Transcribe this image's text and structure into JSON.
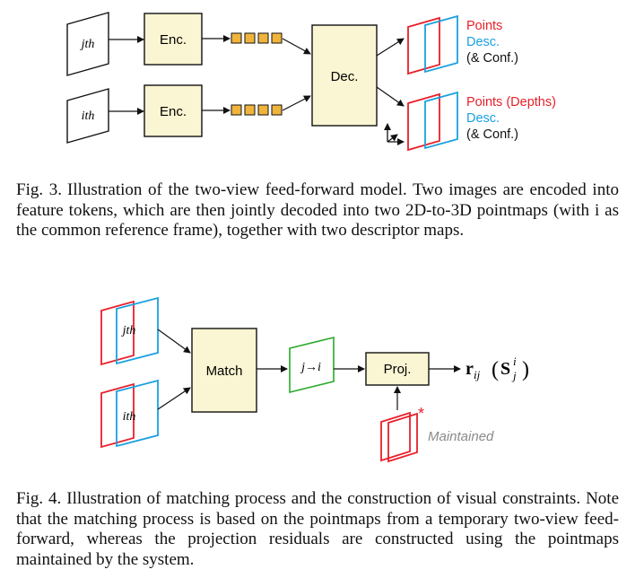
{
  "fig3": {
    "views": {
      "top": "jth",
      "bottom": "ith"
    },
    "encoder_label": "Enc.",
    "decoder_label": "Dec.",
    "output_top": {
      "line1": "Points",
      "line2": "Desc.",
      "line3": "(& Conf.)"
    },
    "output_bottom": {
      "line1": "Points (Depths)",
      "line2": "Desc.",
      "line3": "(& Conf.)"
    },
    "caption_label": "Fig. 3.",
    "caption_text": "Illustration of the two-view feed-forward model. Two images are encoded into feature tokens, which are then jointly decoded into two 2D-to-3D pointmaps (with i as the common reference frame), together with two descriptor maps."
  },
  "fig4": {
    "views": {
      "top": "jth",
      "bottom": "ith"
    },
    "match_label": "Match",
    "transform_label": "j→i",
    "proj_label": "Proj.",
    "residual_main": "r",
    "residual_sub": "ij",
    "residual_S": "S",
    "residual_sup": "i",
    "residual_subS": "j",
    "maintained_label": "Maintained",
    "star": "*",
    "caption_label": "Fig. 4.",
    "caption_text": "Illustration of matching process and the construction of visual constraints. Note that the matching process is based on the pointmaps from a temporary two-view feed-forward, whereas the projection residuals are constructed using the pointmaps maintained by the system."
  },
  "colors": {
    "points": "#e8202a",
    "desc": "#1aa0e0",
    "token": "#f0b43c",
    "box_fill": "#faf5d2",
    "green": "#2aa82a",
    "maintained_text": "#8a8a8a"
  }
}
